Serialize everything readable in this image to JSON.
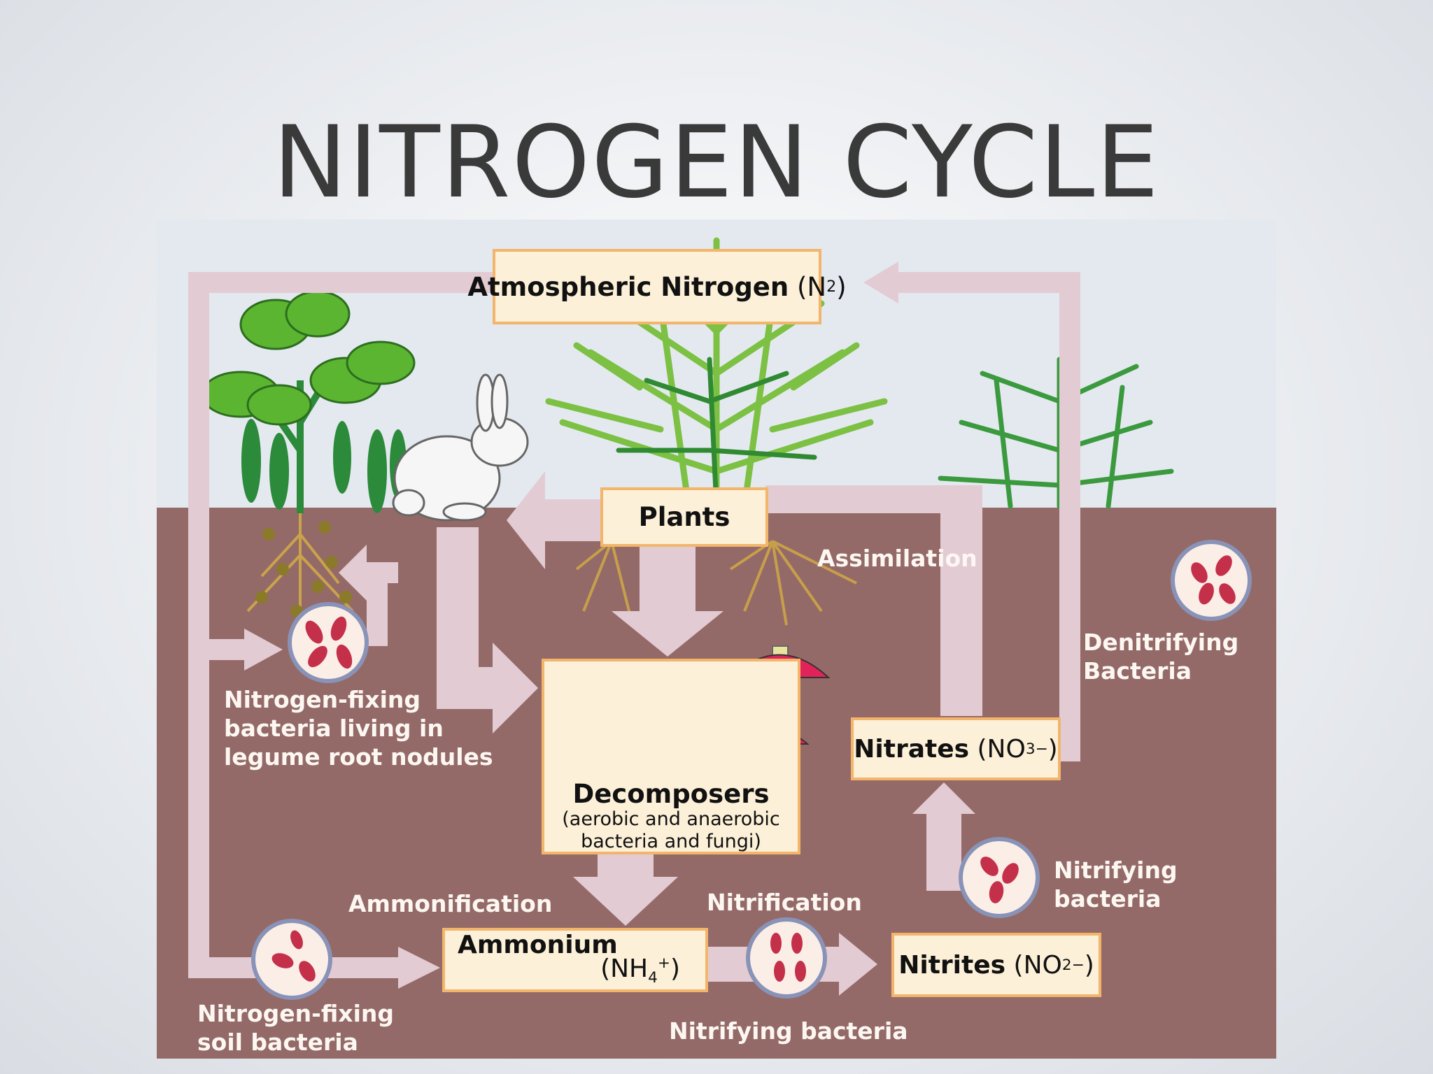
{
  "slide": {
    "title": "NITROGEN CYCLE"
  },
  "boxes": {
    "atmospheric": {
      "name": "Atmospheric Nitrogen",
      "formula": "(N",
      "sub": "2",
      "close": ")"
    },
    "plants": {
      "name": "Plants"
    },
    "decomposers": {
      "name": "Decomposers",
      "line1": "(aerobic and anaerobic",
      "line2": "bacteria and fungi)"
    },
    "nitrates": {
      "name": "Nitrates",
      "formula": "(NO",
      "sub": "3",
      "sup": "−",
      "close": ")"
    },
    "ammonium": {
      "name": "Ammonium",
      "formula": "(NH",
      "sub": "4",
      "sup": "+",
      "close": ")"
    },
    "nitrites": {
      "name": "Nitrites",
      "formula": "(NO",
      "sub": "2",
      "sup": "−",
      "close": ")"
    }
  },
  "labels": {
    "assimilation": "Assimilation",
    "denitrifying": [
      "Denitrifying",
      "Bacteria"
    ],
    "legume_bacteria": [
      "Nitrogen-fixing",
      "bacteria living in",
      "legume root nodules"
    ],
    "ammonification": "Ammonification",
    "nitrification": "Nitrification",
    "nitrifying_right": [
      "Nitrifying",
      "bacteria"
    ],
    "soil_bacteria": [
      "Nitrogen-fixing",
      "soil bacteria"
    ],
    "nitrifying_bottom": "Nitrifying bacteria"
  },
  "colors": {
    "sky": "#e4e9f0",
    "soil": "#946a68",
    "arrow": "#e3cbd4",
    "box_fill": "#fcf0d8",
    "box_border": "#f2b56b",
    "bacteria": "#c4304a",
    "bacteria_ring": "#8993b8",
    "leaf": "#7cc143",
    "legume_leaf": "#5cb531",
    "pod": "#2c8a3b",
    "root": "#c9a24a",
    "mushroom_cap": "#e0245a"
  }
}
